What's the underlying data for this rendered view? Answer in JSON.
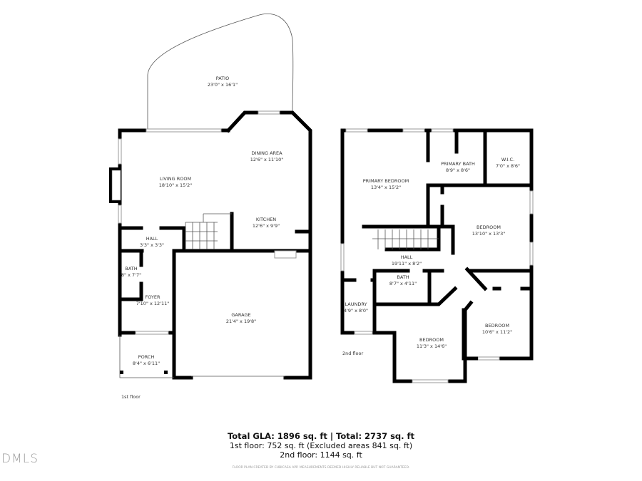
{
  "first_floor": {
    "label": "1st floor",
    "rooms": [
      {
        "name": "PATIO",
        "size": "23'0\" x 16'1\""
      },
      {
        "name": "DINING AREA",
        "size": "12'6\" x 11'10\""
      },
      {
        "name": "LIVING ROOM",
        "size": "18'10\" x 15'2\""
      },
      {
        "name": "KITCHEN",
        "size": "12'6\" x 9'9\""
      },
      {
        "name": "HALL",
        "size": "3'3\" x 3'3\""
      },
      {
        "name": "BATH",
        "size": "8\" x 7'7\""
      },
      {
        "name": "FOYER",
        "size": "7'10\" x 12'11\""
      },
      {
        "name": "GARAGE",
        "size": "21'4\" x 19'8\""
      },
      {
        "name": "PORCH",
        "size": "8'4\" x 6'11\""
      }
    ]
  },
  "second_floor": {
    "label": "2nd floor",
    "rooms": [
      {
        "name": "PRIMARY BEDROOM",
        "size": "13'4\" x 15'2\""
      },
      {
        "name": "PRIMARY BATH",
        "size": "8'9\" x 8'6\""
      },
      {
        "name": "W.I.C.",
        "size": "7'0\" x 8'6\""
      },
      {
        "name": "BEDROOM",
        "size": "13'10\" x 13'3\""
      },
      {
        "name": "HALL",
        "size": "19'11\" x 8'2\""
      },
      {
        "name": "BATH",
        "size": "8'7\" x 4'11\""
      },
      {
        "name": "LAUNDRY",
        "size": "4'9\" x 8'0\""
      },
      {
        "name": "BEDROOM",
        "size": "11'3\" x 14'6\""
      },
      {
        "name": "BEDROOM",
        "size": "10'6\" x 11'2\""
      }
    ]
  },
  "summary": {
    "total": "Total GLA: 1896 sq. ft | Total: 2737 sq. ft",
    "first": "1st floor: 752 sq. ft (Excluded areas 841 sq. ft)",
    "second": "2nd floor: 1144 sq. ft",
    "disclaimer": "FLOOR PLAN CREATED BY CUBICASA APP. MEASUREMENTS DEEMED HIGHLY RELIABLE BUT NOT GUARANTEED."
  },
  "watermark": "DMLS"
}
